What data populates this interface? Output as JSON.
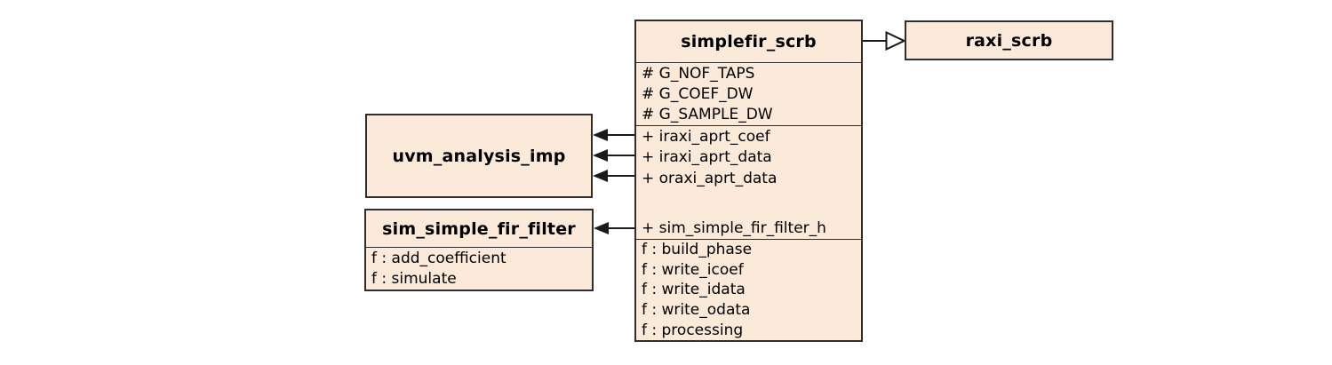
{
  "colors": {
    "background": "#ffffff",
    "class_fill": "#fbe9da",
    "class_border": "#2e2e2e",
    "connector": "#1a1a1a",
    "text": "#000000"
  },
  "classes": {
    "simplefir_scrb": {
      "title": "simplefir_scrb",
      "generics": [
        "# G_NOF_TAPS",
        "# G_COEF_DW",
        "# G_SAMPLE_DW"
      ],
      "ports": [
        "+ iraxi_aprt_coef",
        "+ iraxi_aprt_data",
        "+ oraxi_aprt_data"
      ],
      "handle": "+ sim_simple_fir_filter_h",
      "methods": [
        "f : build_phase",
        "f : write_icoef",
        "f : write_idata",
        "f : write_odata",
        "f : processing"
      ]
    },
    "raxi_scrb": {
      "title": "raxi_scrb"
    },
    "uvm_analysis_imp": {
      "title": "uvm_analysis_imp"
    },
    "sim_simple_fir_filter": {
      "title": "sim_simple_fir_filter",
      "methods": [
        "f : add_coefficient",
        "f : simulate"
      ]
    }
  },
  "relations": [
    {
      "type": "generalization",
      "from": "simplefir_scrb",
      "to": "raxi_scrb"
    },
    {
      "type": "association",
      "from": "simplefir_scrb : iraxi_aprt_coef",
      "to": "uvm_analysis_imp"
    },
    {
      "type": "association",
      "from": "simplefir_scrb : iraxi_aprt_data",
      "to": "uvm_analysis_imp"
    },
    {
      "type": "association",
      "from": "simplefir_scrb : oraxi_aprt_data",
      "to": "uvm_analysis_imp"
    },
    {
      "type": "association",
      "from": "simplefir_scrb : sim_simple_fir_filter_h",
      "to": "sim_simple_fir_filter"
    }
  ]
}
